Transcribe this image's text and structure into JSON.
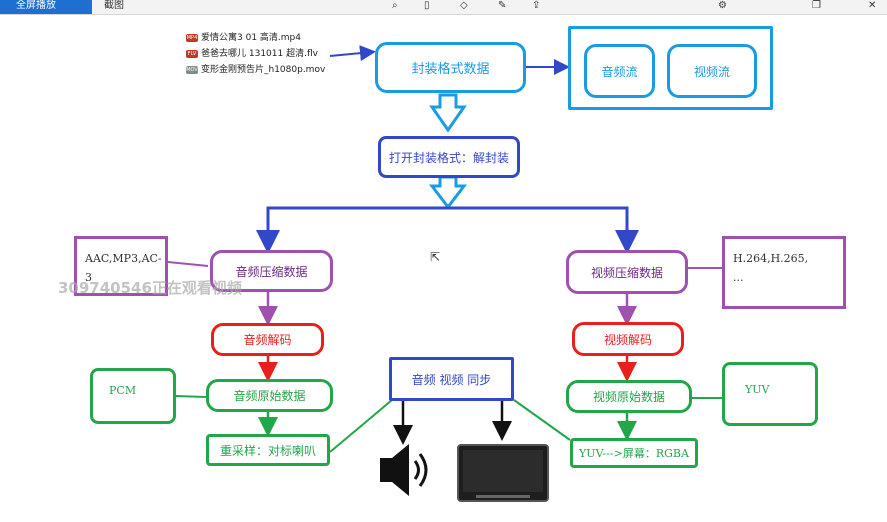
{
  "window": {
    "tabs": [
      "全屏播放",
      "截图"
    ]
  },
  "files": [
    {
      "name": "爱情公寓3 01 高清.mp4",
      "icon": "mp4-file-icon"
    },
    {
      "name": "爸爸去哪儿 131011 超清.flv",
      "icon": "flv-file-icon"
    },
    {
      "name": "变形金刚预告片_h1080p.mov",
      "icon": "mov-file-icon"
    }
  ],
  "diagram": {
    "container_format": "封装格式数据",
    "audio_stream": "音频流",
    "video_stream": "视频流",
    "demux": "打开封装格式：解封装",
    "audio_compressed": "音频压缩数据",
    "video_compressed": "视频压缩数据",
    "audio_codecs": [
      "AAC,MP3,AC-3"
    ],
    "video_codecs": [
      "H.264,H.265,",
      "..."
    ],
    "audio_decode": "音频解码",
    "video_decode": "视频解码",
    "audio_raw": "音频原始数据",
    "video_raw": "视频原始数据",
    "pcm": "PCM",
    "yuv": "YUV",
    "sync": "音频 视频 同步",
    "resample": "重采样：对标喇叭",
    "yuv_to_rgba": "YUV--->屏幕：RGBA"
  },
  "watermark": "309740546正在观看视频",
  "colors": {
    "blue": "#1a9be6",
    "navy": "#3348c8",
    "purple": "#a050b0",
    "red": "#e8201c",
    "green": "#22a64a"
  }
}
